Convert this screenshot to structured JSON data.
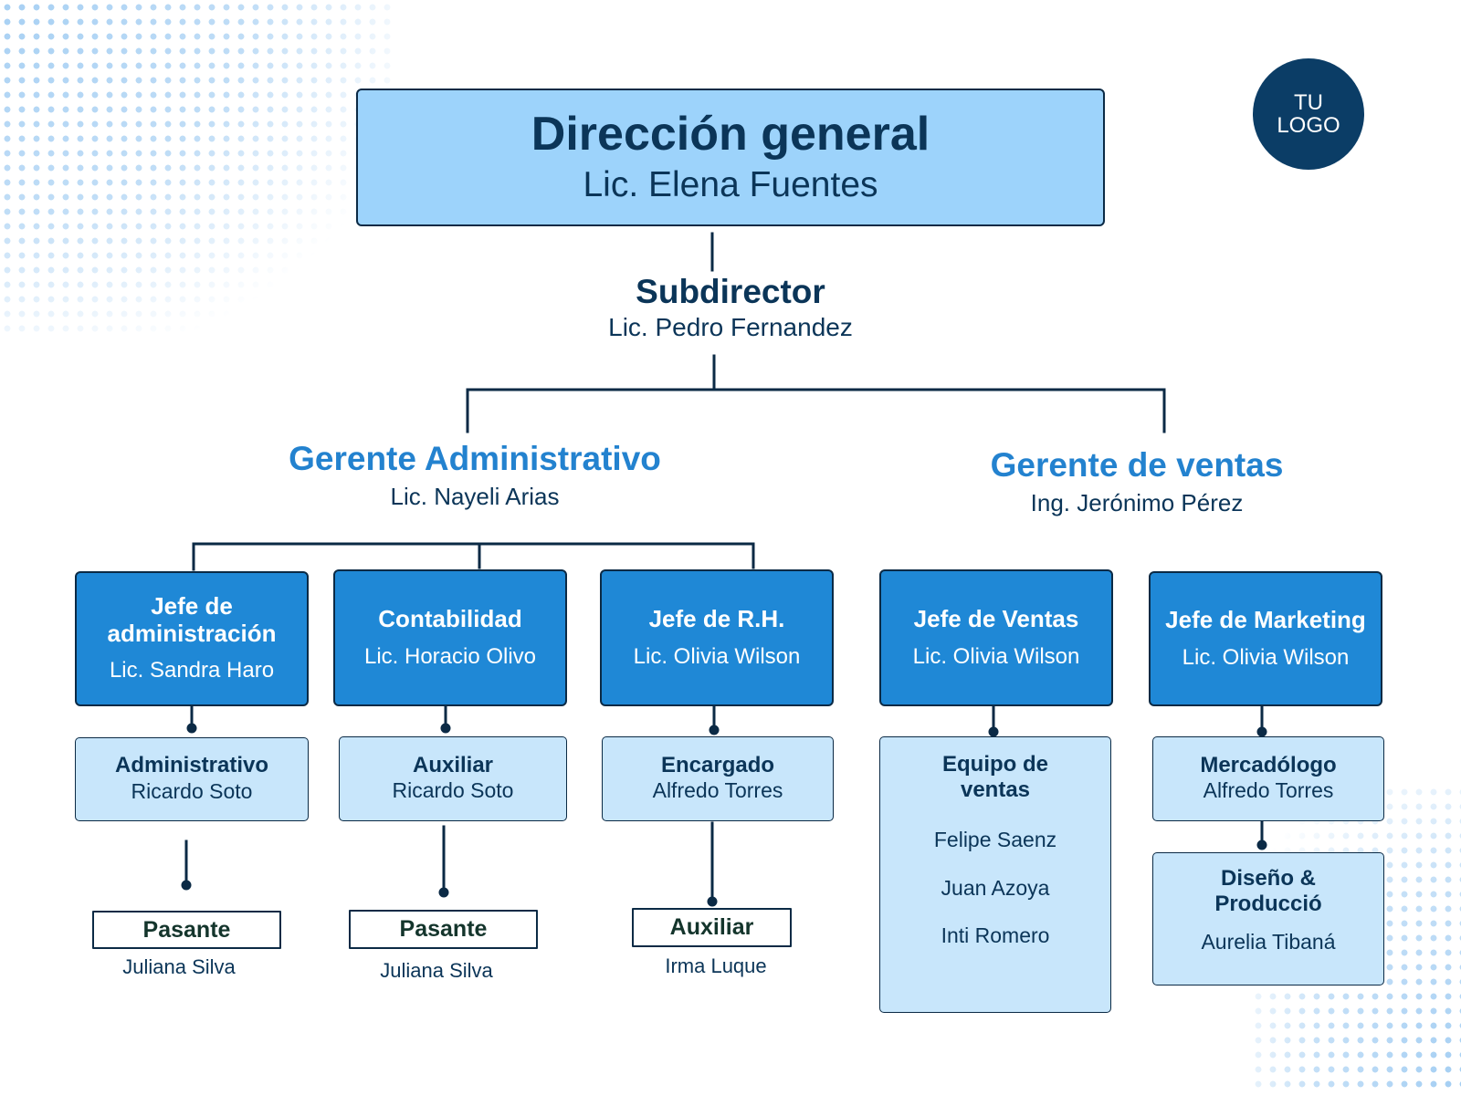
{
  "logo": {
    "line1": "TU",
    "line2": "LOGO"
  },
  "top": {
    "title": "Dirección general",
    "name": "Lic. Elena Fuentes"
  },
  "subdirector": {
    "title": "Subdirector",
    "name": "Lic. Pedro Fernandez"
  },
  "managers": [
    {
      "title": "Gerente Administrativo",
      "name": "Lic. Nayeli Arias"
    },
    {
      "title": "Gerente de ventas",
      "name": "Ing. Jerónimo Pérez"
    }
  ],
  "departments": [
    {
      "title": "Jefe de administración",
      "name": "Lic. Sandra Haro",
      "staff": {
        "title": "Administrativo",
        "name": "Ricardo Soto"
      },
      "intern": {
        "title": "Pasante",
        "name": "Juliana Silva"
      }
    },
    {
      "title": "Contabilidad",
      "name": "Lic. Horacio Olivo",
      "staff": {
        "title": "Auxiliar",
        "name": "Ricardo Soto"
      },
      "intern": {
        "title": "Pasante",
        "name": "Juliana Silva"
      }
    },
    {
      "title": "Jefe de R.H.",
      "name": "Lic. Olivia Wilson",
      "staff": {
        "title": "Encargado",
        "name": "Alfredo Torres"
      },
      "intern": {
        "title": "Auxiliar",
        "name": "Irma Luque"
      }
    },
    {
      "title": "Jefe de Ventas",
      "name": "Lic. Olivia Wilson",
      "team": {
        "title": "Equipo de ventas",
        "members": [
          "Felipe Saenz",
          "Juan Azoya",
          "Inti Romero"
        ]
      }
    },
    {
      "title": "Jefe de Marketing",
      "name": "Lic. Olivia Wilson",
      "staff": {
        "title": "Mercadólogo",
        "name": "Alfredo Torres"
      },
      "sub_staff": {
        "title": "Diseño & Producció",
        "name": "Aurelia Tibaná"
      }
    }
  ],
  "colors": {
    "navy": "#0b3558",
    "accent_blue": "#1f88d6",
    "title_blue": "#2382cf",
    "light_blue": "#9dd3fb",
    "pale_blue": "#c8e6fb"
  }
}
